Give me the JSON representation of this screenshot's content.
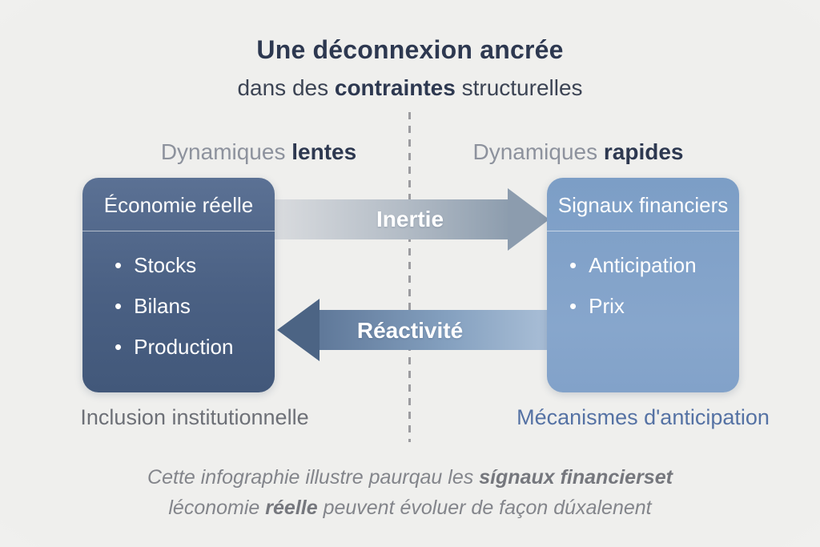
{
  "title": {
    "line1": "Une déconnexion ancrée",
    "line2_pre": "dans des ",
    "line2_bold": "contraintes",
    "line2_post": " structurelles"
  },
  "headers": {
    "left_pre": "Dynamiques ",
    "left_bold": "lentes",
    "right_pre": "Dynamiques ",
    "right_bold": "rapides"
  },
  "left_panel": {
    "title": "Économie réelle",
    "items": [
      "Stocks",
      "Bilans",
      "Production"
    ],
    "caption": "Inclusion institutionnelle"
  },
  "right_panel": {
    "title": "Signaux financiers",
    "items": [
      "Anticipation",
      "Prix"
    ],
    "caption": "Mécanismes d'anticipation"
  },
  "arrows": {
    "top_label": "Inertie",
    "bottom_label": "Réactivité"
  },
  "footer": {
    "line1_pre": "Cette infographie illustre paurqau les ",
    "line1_bold": "sígnaux financierset",
    "line2_pre": "léconomie ",
    "line2_bold": "réelle",
    "line2_post": " peuvent évoluer de façon dúxalenent"
  },
  "colors": {
    "title_navy": "#2d3850",
    "header_gray": "#8d929d",
    "left_box_top": "#5b7194",
    "left_box_bottom": "#42587a",
    "right_box_top": "#7c9ec6",
    "right_box_bottom": "#87a6cc",
    "arrow_top_start": "#dadcdf",
    "arrow_top_end": "#8c9cae",
    "arrow_bottom_head": "#4c6484",
    "arrow_bottom_start": "#5f7899",
    "arrow_bottom_end": "#aabfd7",
    "left_caption_gray": "#6d7077",
    "right_caption_blue": "#5572a4",
    "footer_gray": "#83858b",
    "dashed_line": "#9c9ca0",
    "background": "#f0f0ee"
  }
}
